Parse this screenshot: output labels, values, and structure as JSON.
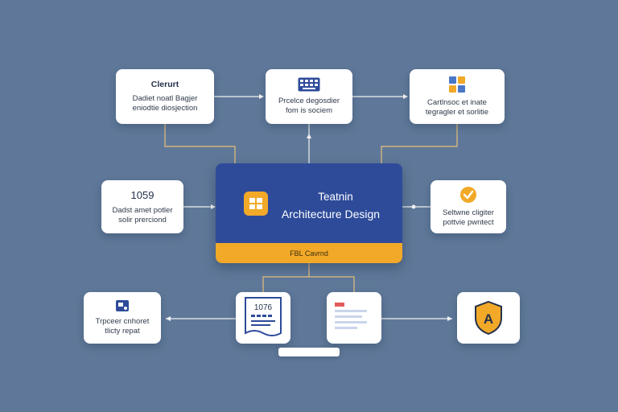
{
  "colors": {
    "background": "#5f7899",
    "primary": "#2e4b9a",
    "accent": "#f2a928",
    "card": "#ffffff",
    "connector": "#e6c07a"
  },
  "center": {
    "title_line1": "Teatnin",
    "title_line2": "Architecture Design",
    "footer": "FBL Cavrnd",
    "icon": "grid-icon"
  },
  "cards": {
    "top_left": {
      "title": "Clerurt",
      "line1": "Dadiet noatl Bagjer",
      "line2": "eniodtie diosjection"
    },
    "top_middle": {
      "icon": "keyboard-icon",
      "line1": "Prcelce degosdier",
      "line2": "fom is sociem"
    },
    "top_right": {
      "icon": "tiles-icon",
      "line1": "Cartlnsoc et inate",
      "line2": "tegragler et sorlitie"
    },
    "middle_left": {
      "number": "1059",
      "line1": "Dadst amet potler",
      "line2": "solir prerciond"
    },
    "middle_right": {
      "icon": "check-icon",
      "line1": "Seltwne cligiter",
      "line2": "pottvie pwntect"
    },
    "bottom_left": {
      "icon": "photo-icon",
      "line1": "Trpceer cnhoret",
      "line2": "tlicty repat"
    },
    "bottom_doc": {
      "number": "1076",
      "icon": "document-icon"
    },
    "bottom_list": {
      "icon": "list-document-icon"
    },
    "bottom_right": {
      "icon": "shield-icon",
      "badge": "A"
    }
  }
}
